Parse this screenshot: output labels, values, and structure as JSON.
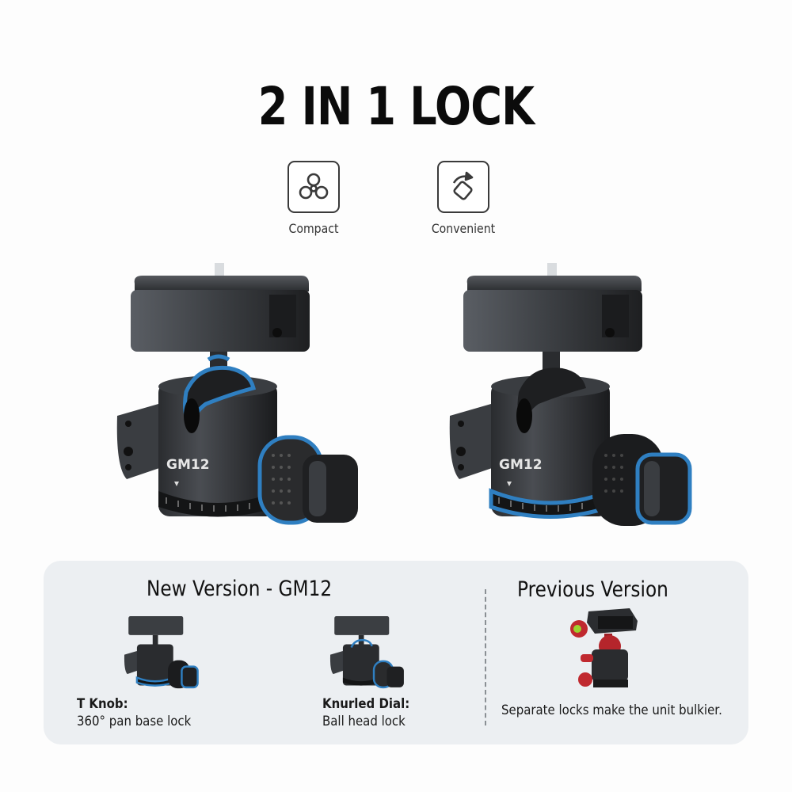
{
  "header": {
    "title": "2 IN 1 LOCK"
  },
  "features": [
    {
      "icon": "compact-cluster-icon",
      "label": "Compact"
    },
    {
      "icon": "rotate-arrow-icon",
      "label": "Convenient"
    }
  ],
  "hero_products": [
    {
      "model_label": "GM12",
      "highlight": "ball-head-lock",
      "highlight_color": "#2f7fc1"
    },
    {
      "model_label": "GM12",
      "highlight": "pan-base-lock",
      "highlight_color": "#2f7fc1"
    }
  ],
  "comparison": {
    "new_heading": "New Version - GM12",
    "previous_heading": "Previous Version",
    "new_items": [
      {
        "title": "T Knob:",
        "description": "360° pan base lock"
      },
      {
        "title": "Knurled Dial:",
        "description": "Ball head lock"
      }
    ],
    "previous_caption": "Separate locks make the unit bulkier.",
    "panel_color": "#eceff2",
    "accent_red": "#c0292f"
  }
}
